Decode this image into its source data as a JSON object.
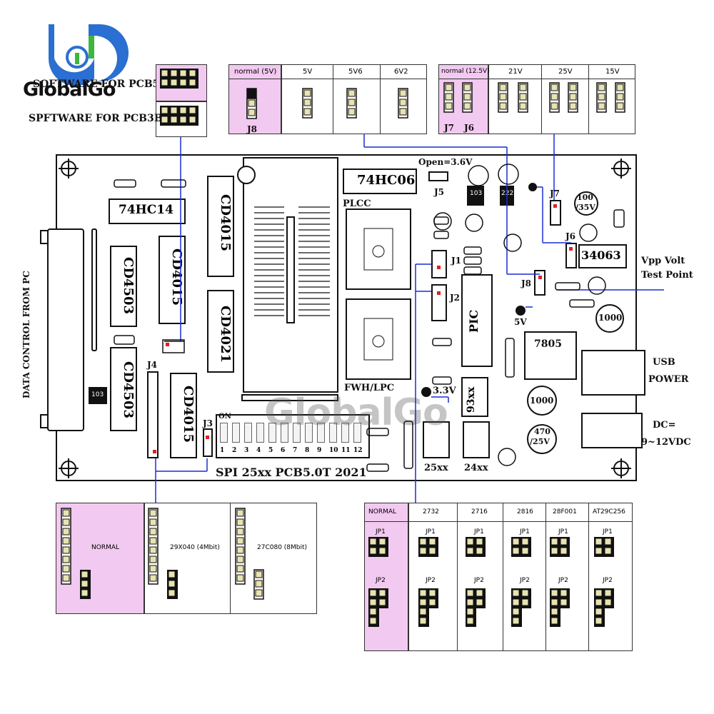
{
  "brand": {
    "name": "GlobalGo",
    "watermark": "GlobalGo"
  },
  "software_labels": {
    "pcb5": "SOFTWARE FOR PCB5",
    "pcb3b": "SPFTWARE FOR PCB3B"
  },
  "voltage_table_j8": {
    "columns": [
      "normal (5V)",
      "5V",
      "5V6",
      "6V2"
    ],
    "jumper_label": "J8"
  },
  "voltage_table_j7j6": {
    "columns": [
      "normal (12.5V)",
      "21V",
      "25V",
      "15V"
    ],
    "jumper_labels": [
      "J7",
      "J6"
    ]
  },
  "board": {
    "title": "SPI 25xx PCB5.0T 2021",
    "data_control": "DATA CONTROL FROM PC",
    "chips": {
      "c74hc14": "74HC14",
      "cd4503a": "CD4503",
      "cd4503b": "CD4503",
      "cd4015a": "CD4015",
      "cd4015b": "CD4015",
      "cd4015c": "CD4015",
      "cd4021": "CD4021",
      "c74hc06": "74HC06",
      "pic": "PIC",
      "c7805": "7805",
      "c93xx": "93xx",
      "c34063": "34063",
      "c25xx": "25xx",
      "c24xx": "24xx"
    },
    "labels": {
      "open36": "Open=3.6V",
      "plcc": "PLCC",
      "fwh": "FWH/LPC",
      "v33": "3.3V",
      "v5": "5V",
      "j1": "J1",
      "j2": "J2",
      "j3": "J3",
      "j4": "J4",
      "j5": "J5",
      "j6": "J6",
      "j7": "J7",
      "j8": "J8",
      "cap100": "100",
      "cap100v": "/35V",
      "cap1000a": "1000",
      "cap1000b": "1000",
      "cap470": "470",
      "cap470v": "/25V",
      "res103a": "103",
      "res103b": "103",
      "res222": "222",
      "dip_on": "ON",
      "dip_numbers": [
        "1",
        "2",
        "3",
        "4",
        "5",
        "6",
        "7",
        "8",
        "9",
        "10",
        "11",
        "12"
      ]
    }
  },
  "right_labels": {
    "vpp": "Vpp Volt",
    "testpoint": "Test Point",
    "usb": "USB",
    "usb_power": "POWER",
    "dc": "DC=",
    "dc_range": "9~12VDC"
  },
  "bottom_left_table": {
    "columns": [
      "NORMAL",
      "29X040 (4Mbit)",
      "27C080 (8Mbit)"
    ]
  },
  "bottom_right_table": {
    "columns": [
      "NORMAL",
      "2732",
      "2716",
      "2816",
      "28F001",
      "AT29C256"
    ],
    "row_labels": {
      "jp1": "JP1",
      "jp2": "JP2"
    }
  },
  "colors": {
    "pink": "#f2c9f0",
    "wire": "#1a2bd6",
    "jumper_red": "#e02020",
    "logo_blue": "#2a6fd1",
    "logo_green": "#3fb53f"
  }
}
